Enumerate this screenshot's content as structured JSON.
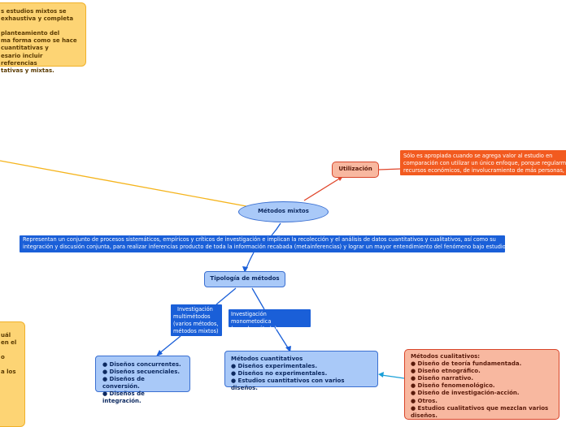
{
  "nodes": {
    "top_note": [
      "s estudios mixtos se",
      "exhaustiva y completa",
      "",
      "planteamiento del",
      "ma forma como se hace",
      "cuantitativas y",
      "esario incluir referencias",
      "tativas y mixtas."
    ],
    "left_note": [
      "uál",
      "en el",
      "",
      "o",
      "",
      "a los"
    ],
    "central_topic": "Métodos mixtos",
    "utilizacion": "Utilización",
    "utilizacion_detail": [
      "Sólo es apropiada cuando se agrega valor al estudio en",
      "comparación con utilizar un único enfoque, porque regularmen",
      "recursos económicos, de involucramiento de más personas, o"
    ],
    "definition": [
      "Representan un conjunto de procesos sistemáticos, empíricos y críticos de investigación e implican la recolección y el análisis de datos cuantitativos y cualitativos, así como su",
      "integración y discusión conjunta, para realizar inferencias producto de toda la información recabada (metainferencias) y lograr un mayor entendimiento del fenómeno bajo estudio."
    ],
    "tipologia": "Tipología de métodos",
    "multimetodos": [
      "Investigación",
      "multimétodos",
      "(varios métodos,",
      "métodos mixtos)"
    ],
    "monometodica": [
      "Investigación monometodica",
      "(un solo método)"
    ],
    "multi_designs": [
      "● Diseños concurrentes.",
      "● Diseños secuenciales.",
      "● Diseños de conversión.",
      "● Diseños de integración."
    ],
    "cuantitativos": [
      "Métodos cuantitativos",
      "● Diseños experimentales.",
      "● Diseños no experimentales.",
      "● Estudios cuantitativos con varios diseños."
    ],
    "cualitativos": [
      "Métodos cualitativos:",
      "● Diseño de teoría fundamentada.",
      "● Diseño etnográfico.",
      "● Diseño narrativo.",
      "● Diseño fenomenológico.",
      "● Diseño de investigación-acción.",
      "● Otros.",
      "● Estudios cualitativos que mezclan varios",
      "diseños."
    ]
  },
  "colors": {
    "yellow_line": "#f5b41c",
    "red_line": "#e0452a",
    "blue_line": "#1a5fd8",
    "cyan_line": "#1aa0d8"
  }
}
